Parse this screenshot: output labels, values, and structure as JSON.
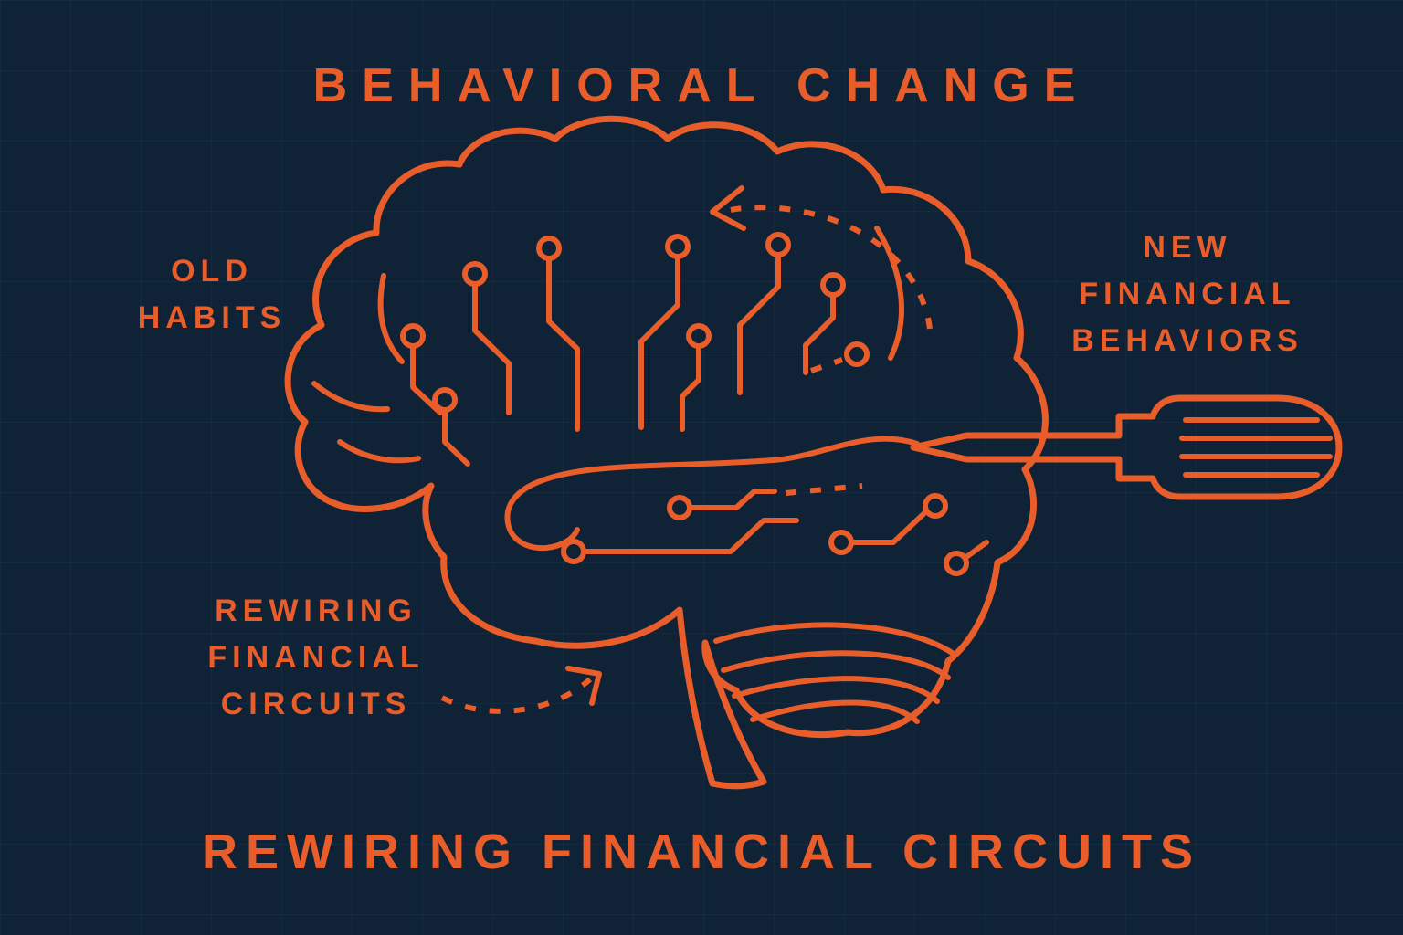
{
  "colors": {
    "background": "#0F2236",
    "accent": "#E95D2A"
  },
  "titles": {
    "top": "BEHAVIORAL CHANGE",
    "bottom": "REWIRING FINANCIAL CIRCUITS"
  },
  "labels": {
    "old_habits": {
      "lines": [
        "OLD",
        "HABITS"
      ]
    },
    "new_financial_behaviors": {
      "lines": [
        "NEW",
        "FINANCIAL",
        "BEHAVIORS"
      ]
    },
    "rewiring_financial_circuits": {
      "lines": [
        "REWIRING",
        "FINANCIAL",
        "CIRCUITS"
      ]
    }
  },
  "illustration": {
    "icons": [
      "brain-circuit-icon",
      "screwdriver-icon",
      "dashed-rewire-arrow"
    ]
  }
}
